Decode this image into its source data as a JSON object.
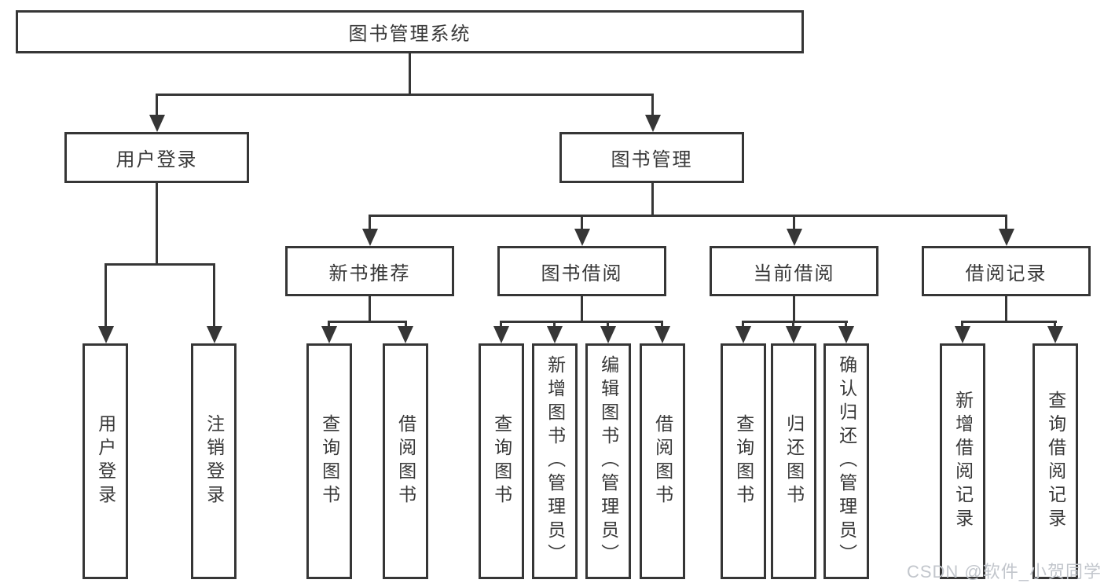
{
  "tree": {
    "root": {
      "label": "图书管理系统"
    },
    "branches": [
      {
        "label": "用户登录",
        "children": [
          {
            "label": "用户登录"
          },
          {
            "label": "注销登录"
          }
        ]
      },
      {
        "label": "图书管理",
        "children": [
          {
            "label": "新书推荐",
            "children": [
              {
                "label": "查询图书"
              },
              {
                "label": "借阅图书"
              }
            ]
          },
          {
            "label": "图书借阅",
            "children": [
              {
                "label": "查询图书"
              },
              {
                "label": "新增图书（管理员）"
              },
              {
                "label": "编辑图书（管理员）"
              },
              {
                "label": "借阅图书"
              }
            ]
          },
          {
            "label": "当前借阅",
            "children": [
              {
                "label": "查询图书"
              },
              {
                "label": "归还图书"
              },
              {
                "label": "确认归还（管理员）"
              }
            ]
          },
          {
            "label": "借阅记录",
            "children": [
              {
                "label": "新增借阅记录"
              },
              {
                "label": "查询借阅记录"
              }
            ]
          }
        ]
      }
    ]
  },
  "watermark": "CSDN @软件_小贺同学",
  "colors": {
    "line": "#363636",
    "box_fill": "#ffffff",
    "text": "#383838",
    "watermark": "#c2c6cc"
  }
}
